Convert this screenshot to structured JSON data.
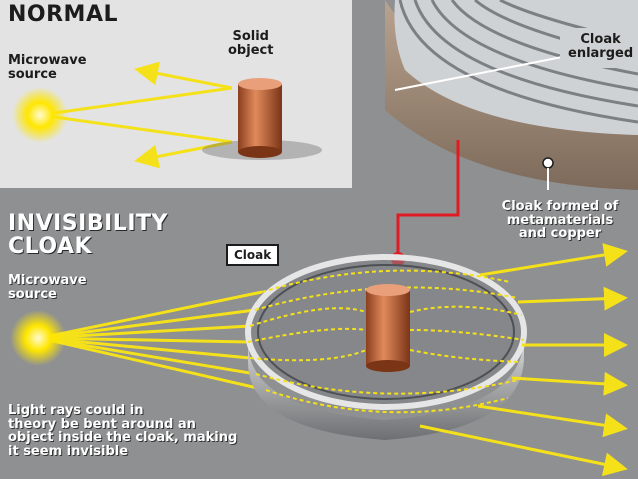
{
  "normal": {
    "heading": "NORMAL",
    "source_label": [
      "Microwave",
      "source"
    ],
    "object_label": [
      "Solid",
      "object"
    ]
  },
  "cloak_enlarged_label": [
    "Cloak",
    "enlarged"
  ],
  "materials_label": [
    "Cloak formed of",
    "metamaterials",
    "and copper"
  ],
  "invisibility": {
    "heading": [
      "INVISIBILITY",
      "CLOAK"
    ],
    "source_label": [
      "Microwave",
      "source"
    ],
    "cloak_tag": "Cloak",
    "caption": [
      "Light rays could in",
      "theory be bent around an",
      "object inside the cloak, making",
      "it seem invisible"
    ]
  },
  "colors": {
    "background": "#8e9092",
    "normal_panel": "#e3e3e3",
    "ray": "#f5e11a",
    "source_glow": "#ffe600",
    "copper": "#c0683f",
    "connector": "#e01b24"
  }
}
